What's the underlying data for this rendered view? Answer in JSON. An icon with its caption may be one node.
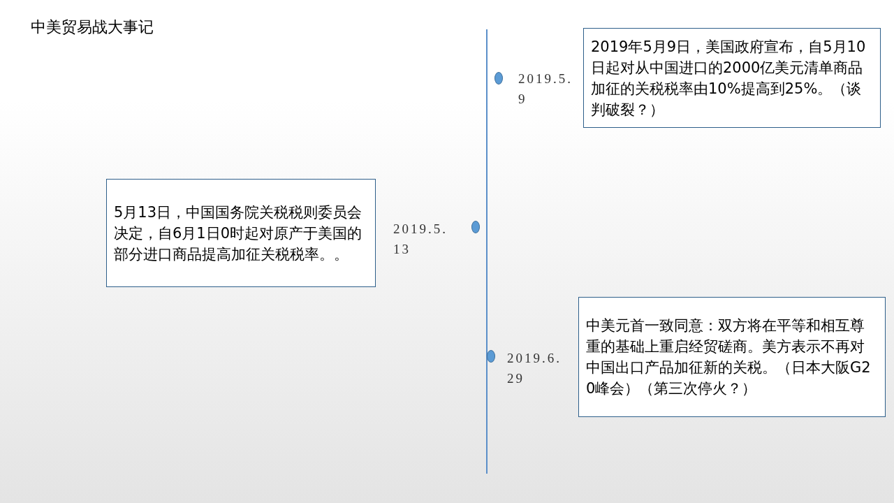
{
  "diagram": {
    "title": "中美贸易战大事记",
    "nodes": [
      {
        "text": [
          "2019年5月9日，美国政府宣布，自5月10日起对从中国进口的2000亿美元清单商品加征的关税税率由10%提高到25%。（谈判破裂？）"
        ]
      },
      {
        "text": [],
        "shape": "circle",
        "beside": [
          "2019.5.9"
        ]
      },
      {
        "text": [
          "5月13日，中国国务院关税税则委员会决定，自6月1日0时起对原产于美国的部分进口商品提高加征关税税率。。"
        ]
      },
      {
        "text": [],
        "shape": "circle",
        "beside": [
          "2019.5.13"
        ]
      },
      {
        "text": [
          "中美元首一致同意：双方将在平等和相互尊重的基础上重启经贸磋商。美方表示不再对中国出口产品加征新的关税。（日本大阪G20峰会）（第三次停火？）"
        ]
      },
      {
        "text": [],
        "shape": "circle",
        "beside": [
          "2019.6.29"
        ]
      }
    ],
    "edges": []
  }
}
